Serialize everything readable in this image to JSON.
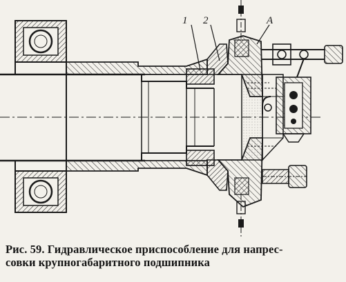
{
  "figure": {
    "callouts": {
      "one": "1",
      "two": "2",
      "a": "A"
    }
  },
  "caption": {
    "line1": "Рис. 59. Гидравлическое приспособление для напрес-",
    "line2": "совки крупногабаритного подшипника"
  },
  "colors": {
    "ink": "#1a1a1a",
    "paper": "#f3f1eb",
    "hatch": "#2a2a2a"
  }
}
